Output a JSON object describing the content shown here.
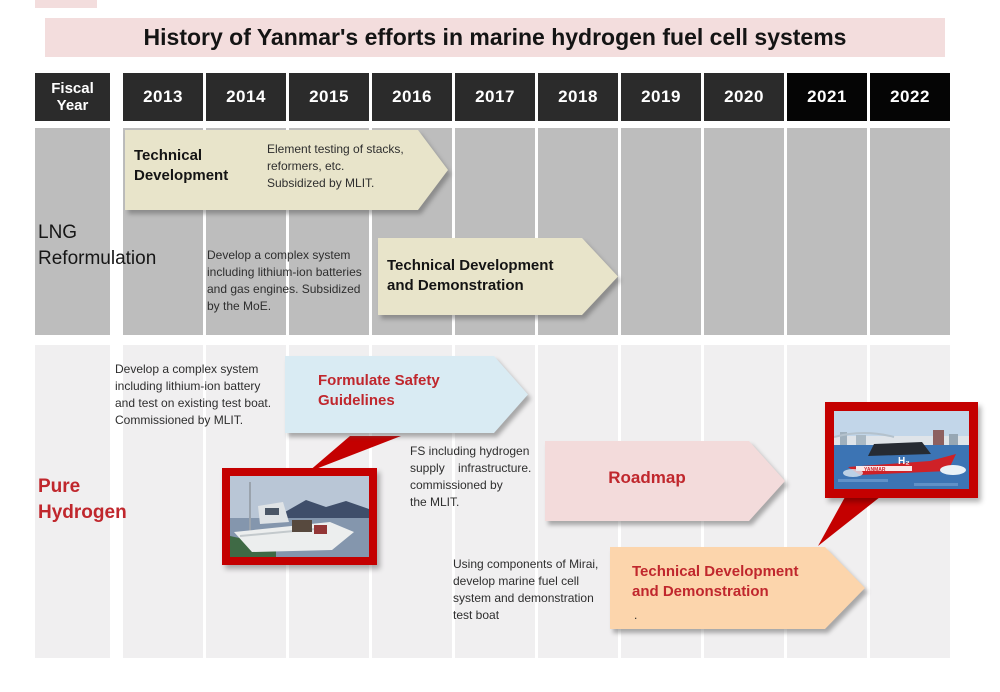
{
  "title": "History of Yanmar's efforts in marine hydrogen fuel cell systems",
  "colors": {
    "title-bg": "#f3dddd",
    "header-bg": "#2b2b2b",
    "header-bg-recent": "#050505",
    "lng-stripe": "#bdbdbd",
    "pure-stripe": "#f0eff0",
    "tan-arrow": "#e8e4ca",
    "blue-arrow": "#d9ebf3",
    "pink-arrow": "#f3dbdb",
    "orange-arrow": "#fcd5ac",
    "accent-red": "#c0272d",
    "photo-border": "#c40000"
  },
  "table": {
    "fiscal_year_label": "Fiscal\nYear",
    "years": [
      "2013",
      "2014",
      "2015",
      "2016",
      "2017",
      "2018",
      "2019",
      "2020",
      "2021",
      "2022"
    ]
  },
  "rows": {
    "lng": {
      "label": "LNG\nReformulation",
      "arrow_tech_dev": {
        "title": "Technical\nDevelopment",
        "note": "Element testing of stacks,\nreformers, etc.\nSubsidized by MLIT."
      },
      "note_moe": "Develop a complex system\nincluding lithium-ion batteries\nand gas engines. Subsidized\nby the MoE.",
      "arrow_tech_demo": {
        "title": "Technical Development\nand Demonstration"
      }
    },
    "pure": {
      "label": "Pure\nHydrogen",
      "note_mlit": "Develop a complex system\nincluding lithium-ion battery\nand test on existing test boat.\nCommissioned by MLIT.",
      "arrow_safety": {
        "title": "Formulate Safety\nGuidelines"
      },
      "note_fs": "FS including hydrogen\nsupply    infrastructure.\ncommissioned by\nthe MLIT.",
      "arrow_roadmap": {
        "title": "Roadmap"
      },
      "note_mirai": "Using components of Mirai,\ndevelop marine fuel cell\nsystem and demonstration\ntest boat",
      "arrow_tech_demo": {
        "title": "Technical Development\nand Demonstration",
        "footnote": "."
      }
    }
  },
  "photos": {
    "hydrogen_boat_markings": {
      "h2": "H₂",
      "brand": "YANMAR"
    }
  }
}
